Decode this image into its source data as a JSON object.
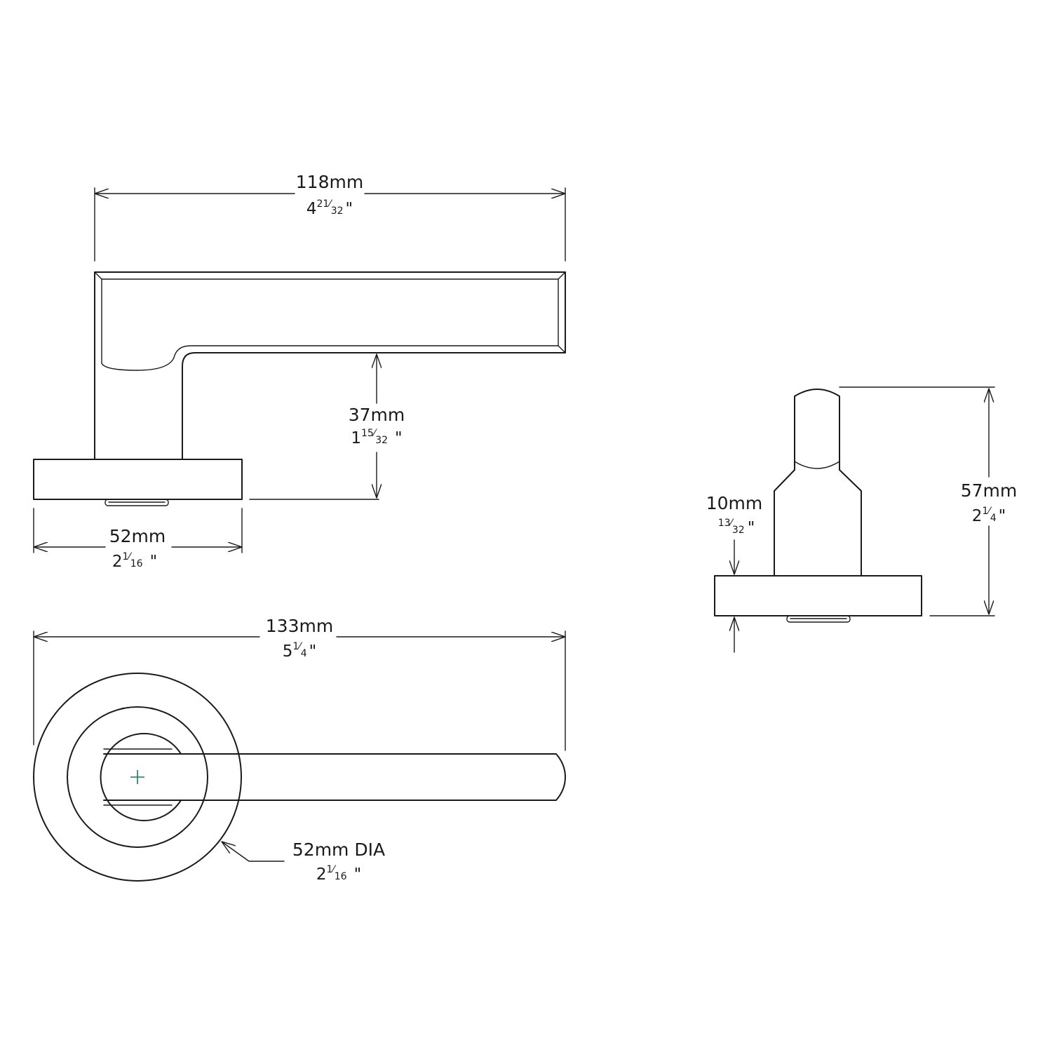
{
  "colors": {
    "line": "#1a1a1a",
    "center_mark": "#1a7a6e",
    "background": "#ffffff"
  },
  "dimensions": {
    "lever_length": {
      "mm": "118mm",
      "inch_whole": "4",
      "inch_num": "21",
      "inch_den": "32",
      "inch_mark": "\""
    },
    "projection": {
      "mm": "37mm",
      "inch_whole": "1",
      "inch_num": "15",
      "inch_den": "32",
      "inch_mark": "\""
    },
    "rose_width": {
      "mm": "52mm",
      "inch_whole": "2",
      "inch_num": "1",
      "inch_den": "16",
      "inch_mark": "\""
    },
    "overall_length": {
      "mm": "133mm",
      "inch_whole": "5",
      "inch_num": "1",
      "inch_den": "4",
      "inch_mark": "\""
    },
    "rose_diameter": {
      "mm": "52mm DIA",
      "inch_whole": "2",
      "inch_num": "1",
      "inch_den": "16",
      "inch_mark": "\""
    },
    "rose_thickness": {
      "mm": "10mm",
      "inch_whole": "",
      "inch_num": "13",
      "inch_den": "32",
      "inch_mark": "\""
    },
    "overall_height": {
      "mm": "57mm",
      "inch_whole": "2",
      "inch_num": "1",
      "inch_den": "4",
      "inch_mark": "\""
    }
  }
}
